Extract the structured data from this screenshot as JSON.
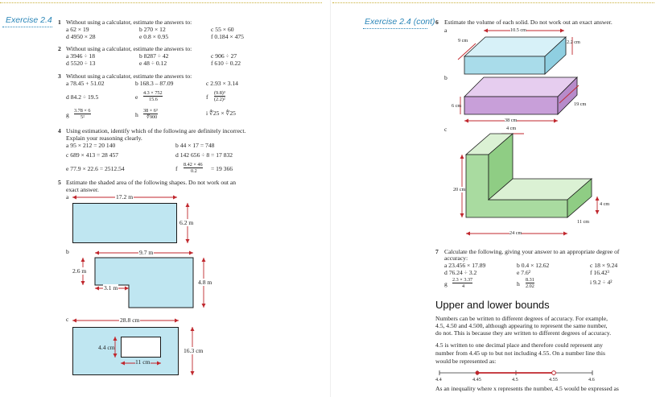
{
  "left": {
    "header": "Exercise 2.4",
    "q1": {
      "prompt": "Without using a calculator, estimate the answers to:",
      "items": [
        "a  62 × 19",
        "b  270 × 12",
        "c  55 × 60",
        "d  4950 × 28",
        "e  0.8 × 0.95",
        "f  0.184 × 475"
      ]
    },
    "q2": {
      "prompt": "Without using a calculator, estimate the answers to:",
      "items": [
        "a  3946 ÷ 18",
        "b  8287 ÷ 42",
        "c  906 ÷ 27",
        "d  5520 ÷ 13",
        "e  48 ÷ 0.12",
        "f  610 ÷ 0.22"
      ]
    },
    "q3": {
      "prompt": "Without using a calculator, estimate the answers to:",
      "items": [
        "a  78.45 + 51.02",
        "b  168.3 – 87.09",
        "c  2.93 × 3.14",
        "d  84.2 ÷ 19.5",
        "e",
        "f",
        "g",
        "h",
        "i  ∜25 × ∜25"
      ],
      "fracs": {
        "e_num": "4.3 × 752",
        "e_den": "15.6",
        "f_num": "(9.8)³",
        "f_den": "(2.2)²",
        "g_num": "3.78 × 6",
        "g_den": "5²",
        "h_num": "38 × 6³",
        "h_den": "∛900"
      }
    },
    "q4": {
      "prompt1": "Using estimation, identify which of the following are definitely incorrect.",
      "prompt2": "Explain your reasoning clearly.",
      "items": [
        "a  95 × 212 = 20 140",
        "b  44 × 17 = 748",
        "c  689 × 413 = 28 457",
        "d  142 656 ÷ 8 = 17 832",
        "e  77.9 × 22.6 = 2512.54"
      ],
      "f_label": "f",
      "f_num": "8.42 × 46",
      "f_den": "0.2",
      "f_rest": "= 19 366"
    },
    "q5": {
      "prompt1": "Estimate the shaded area of the following shapes. Do not work out an",
      "prompt2": "exact answer.",
      "a_label": "a",
      "a_w": "17.2 m",
      "a_h": "6.2 m",
      "b_label": "b",
      "b_w": "9.7 m",
      "b_left": "2.6 m",
      "b_right": "4.8 m",
      "b_notch": "3.1 m",
      "c_label": "c",
      "c_w": "28.8 cm",
      "c_hole_h": "4.4 cm",
      "c_h": "16.3 cm",
      "c_hole_w": "11 cm"
    },
    "nums": {
      "q1": "1",
      "q2": "2",
      "q3": "3",
      "q4": "4",
      "q5": "5"
    }
  },
  "right": {
    "header": "Exercise 2.4 (cont)",
    "q6": {
      "num": "6",
      "prompt": "Estimate the volume of each solid. Do not work out an exact answer.",
      "a_label": "a",
      "a_len": "10.5 cm",
      "a_depth": "9 cm",
      "a_h": "2.2 cm",
      "b_label": "b",
      "b_h": "6 cm",
      "b_depth": "19 cm",
      "b_len": "38 cm",
      "c_label": "c",
      "c_top": "4 cm",
      "c_h": "20 cm",
      "c_right": "4 cm",
      "c_depth": "11 cm",
      "c_len": "24 cm"
    },
    "q7": {
      "num": "7",
      "prompt1": "Calculate the following, giving your answer to an appropriate degree of",
      "prompt2": "accuracy:",
      "items": [
        "a  23.456 × 17.89",
        "b  0.4 × 12.62",
        "c  18 × 9.24",
        "d  76.24 ÷ 3.2",
        "e  7.6²",
        "f  16.42³",
        "i  9.2 ÷ 4²"
      ],
      "g_label": "g",
      "g_num": "2.3 × 3.37",
      "g_den": "4",
      "h_label": "h",
      "h_num": "8.31",
      "h_den": "2.02"
    },
    "bounds": {
      "heading": "Upper and lower bounds",
      "p1": [
        "Numbers can be written to different degrees of accuracy. For example,",
        "4.5, 4.50 and 4.500, although appearing to represent the same number,",
        "do not. This is because they are written to different degrees of accuracy."
      ],
      "p2": [
        "4.5 is written to one decimal place and therefore could represent any",
        "number from 4.45 up to but not including 4.55. On a number line this",
        "would be represented as:"
      ],
      "ticks": [
        "4.4",
        "4.45",
        "4.5",
        "4.55",
        "4.6"
      ],
      "p3": "As an inequality where x represents the number, 4.5 would be expressed as"
    }
  },
  "colors": {
    "cyan": "#bfe6f1",
    "lilac": "#d9b7e6",
    "green": "#c3e7b9",
    "accent": "#2b86b8",
    "red": "#c0272d"
  }
}
